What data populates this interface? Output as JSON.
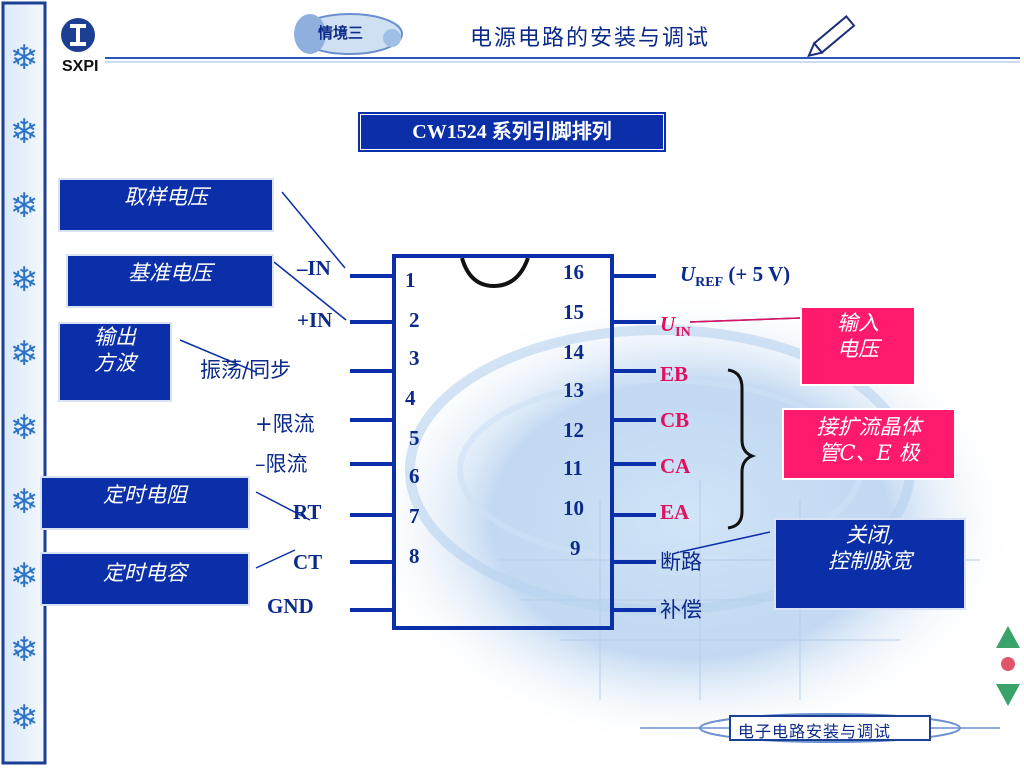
{
  "header": {
    "logo_text": "SXPI",
    "badge": "情境三",
    "title": "电源电路的安装与调试"
  },
  "diagram_title": "CW1524 系列引脚排列",
  "left_boxes": {
    "sample_voltage": "取样电压",
    "ref_voltage": "基准电压",
    "output_square": [
      "输出",
      "方波"
    ],
    "timing_resistor": "定时电阻",
    "timing_capacitor": "定时电容"
  },
  "right_boxes": {
    "input_voltage": [
      "输入",
      "电压"
    ],
    "transistor": [
      "接扩流晶体",
      "管C、E 极"
    ],
    "shutdown": [
      "关闭,",
      "控制脉宽"
    ]
  },
  "left_pins": [
    {
      "num": "1",
      "label": "–IN"
    },
    {
      "num": "2",
      "label": "+IN"
    },
    {
      "num": "3",
      "label": "振荡/同步"
    },
    {
      "num": "4",
      "label": "+限流"
    },
    {
      "num": "5",
      "label": "–限流"
    },
    {
      "num": "6",
      "label": "RT"
    },
    {
      "num": "7",
      "label": "CT"
    },
    {
      "num": "8",
      "label": "GND"
    }
  ],
  "right_pins": [
    {
      "num": "16",
      "label_main": "U",
      "label_sub": "REF",
      "label_tail": " (+ 5 V)"
    },
    {
      "num": "15",
      "label_main": "U",
      "label_sub": "IN"
    },
    {
      "num": "14",
      "label": "EB"
    },
    {
      "num": "13",
      "label": "CB"
    },
    {
      "num": "12",
      "label": "CA"
    },
    {
      "num": "11",
      "label": "EA"
    },
    {
      "num": "10",
      "label": "断路"
    },
    {
      "num": "9",
      "label": "补偿"
    }
  ],
  "footer": {
    "text": "电子电路安装与调试"
  },
  "colors": {
    "primary_blue": "#0b2fa8",
    "accent_pink": "#ff1a6e",
    "label_red": "#e0115f",
    "sidebar_blue": "#2b74c9"
  }
}
